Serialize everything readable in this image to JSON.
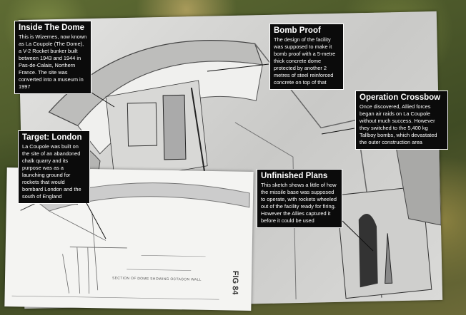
{
  "boxes": {
    "inside_dome": {
      "title": "Inside The Dome",
      "body": "This is Wizernes, now known as La Coupole (The Dome), a V-2 Rocket bunker built between 1943 and 1944 in Pas-de-Calais, Northern France. The site was converted into a museum in 1997"
    },
    "bomb_proof": {
      "title": "Bomb Proof",
      "body": "The design of the facility was supposed to make it bomb proof with a 5-metre thick concrete dome protected by another 2 metres of steel reinforced concrete on top of that"
    },
    "operation_crossbow": {
      "title": "Operation Crossbow",
      "body": "Once discovered, Allied forces began air raids on La Coupole without much success. However they switched to the 5,400 kg Tallboy bombs, which devastated the outer construction area"
    },
    "target_london": {
      "title": "Target: London",
      "body": "La Coupole was built on the site of an abandoned chalk quarry and its purpose was as a launching ground for rockets that would bombard London and the south of England"
    },
    "unfinished_plans": {
      "title": "Unfinished Plans",
      "body": "This sketch shows a little of how the missile base was supposed to operate, with rockets wheeled out of the facility ready for firing. However the Allies captured it before it could be used"
    }
  },
  "plan": {
    "caption": "SECTION OF DOME SHOWING OCTAGON WALL",
    "figure": "FIG 84"
  },
  "colors": {
    "box_bg": "#0b0b0b",
    "box_text": "#ffffff"
  }
}
